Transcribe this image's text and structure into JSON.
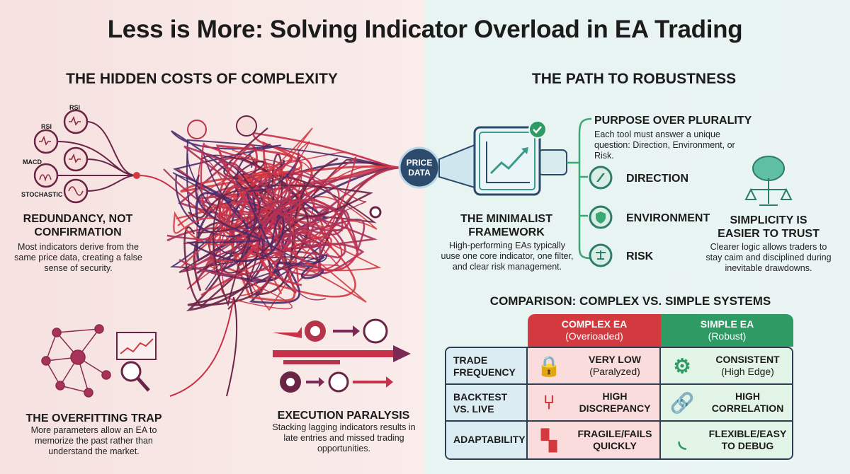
{
  "title": "Less is More: Solving Indicator Overload in EA Trading",
  "left": {
    "heading": "THE HIDDEN COSTS OF COMPLEXITY",
    "indicators": [
      "RSI",
      "RSI",
      "MACD",
      "STOCHASTIC"
    ],
    "redundancy": {
      "title_1": "REDUNDANCY, NOT",
      "title_2": "CONFIRMATION",
      "text": "Most indicators derive from the same price data, creating a false sense of security."
    },
    "overfitting": {
      "title": "THE OVERFITTING TRAP",
      "text": "More parameters allow an EA to memorize the past rather than understand the market."
    },
    "paralysis": {
      "title": "EXECUTION PARALYSIS",
      "text": "Stacking lagging indicators results in late entries and missed trading opportunities."
    }
  },
  "center": {
    "price_1": "PRICE",
    "price_2": "DATA"
  },
  "right": {
    "heading": "THE PATH TO ROBUSTNESS",
    "minimalist": {
      "title_1": "THE MINIMALIST",
      "title_2": "FRAMEWORK",
      "text": "High-performing EAs typically uuse one core indicator, one filter, and clear risk management."
    },
    "purpose": {
      "title": "PURPOSE OVER PLURALITY",
      "text": "Each tool must answer a unique question: Direction, Environment, or Risk."
    },
    "pillars": [
      "DIRECTION",
      "ENVIRONMENT",
      "RISK"
    ],
    "simplicity": {
      "title_1": "SIMPLICITY IS",
      "title_2": "EASIER TO TRUST",
      "text": "Clearer logic allows traders to stay caim and disciplined during inevitable drawdowns."
    }
  },
  "comparison": {
    "title": "COMPARISON: COMPLEX VS. SIMPLE SYSTEMS",
    "headers": [
      {
        "name": "COMPLEX EA",
        "sub": "(Overioaded)"
      },
      {
        "name": "SIMPLE EA",
        "sub": "(Robust)"
      }
    ],
    "rows": [
      {
        "label_1": "TRADE",
        "label_2": "FREQUENCY",
        "complex_1": "VERY LOW",
        "complex_2": "(Paralyzed)",
        "simple_1": "CONSISTENT",
        "simple_2": "(High Edge)"
      },
      {
        "label_1": "BACKTEST",
        "label_2": "VS. LIVE",
        "complex_1": "HIGH",
        "complex_2": "DISCREPANCY",
        "simple_1": "HIGH",
        "simple_2": "CORRELATION"
      },
      {
        "label_1": "ADAPTABILITY",
        "label_2": "",
        "complex_1": "FRAGILE/FAILS",
        "complex_2": "QUICKLY",
        "simple_1": "FLEXIBLE/EASY",
        "simple_2": "TO DEBUG"
      }
    ]
  },
  "colors": {
    "red": "#d33a40",
    "green": "#2e9a64",
    "navy": "#2c4a6b",
    "teal": "#3a9a8c"
  }
}
